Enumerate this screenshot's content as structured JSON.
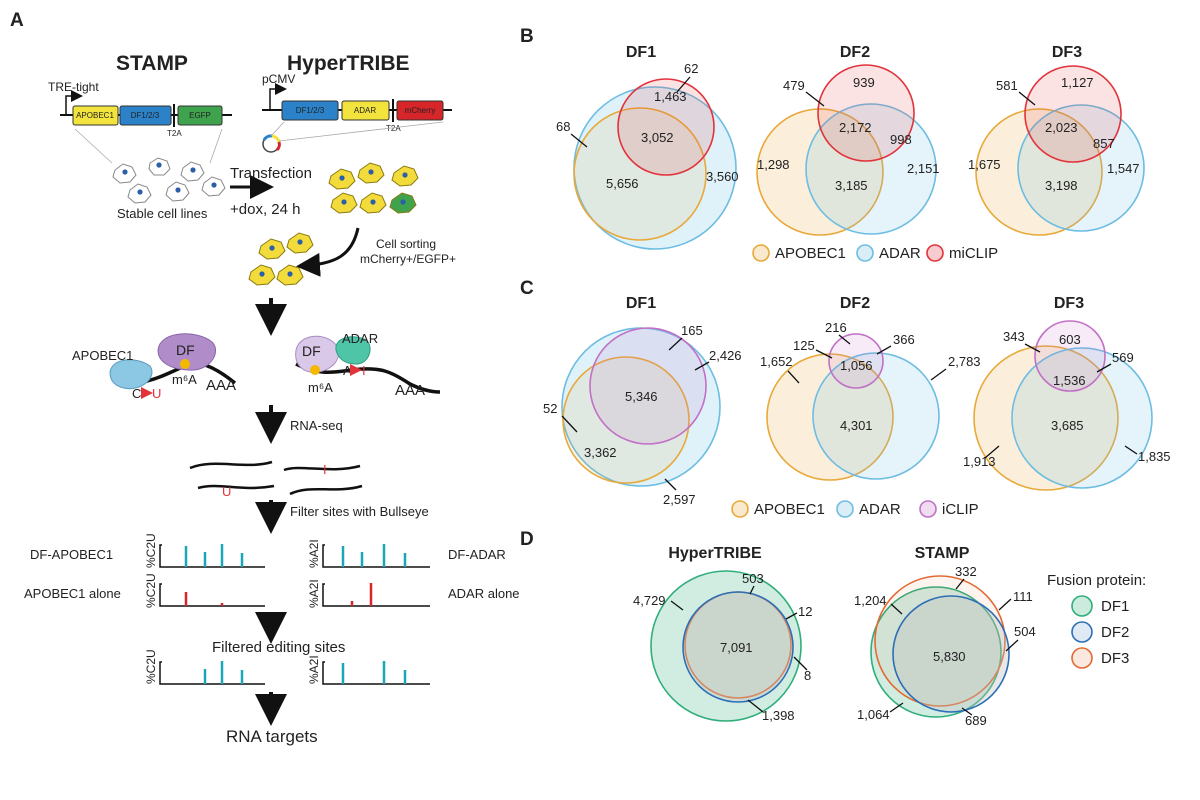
{
  "panel_labels": [
    "A",
    "B",
    "C",
    "D"
  ],
  "panel_a": {
    "stamp_title": "STAMP",
    "hypertribe_title": "HyperTRIBE",
    "tre_label": "TRE-tight",
    "pcmv_label": "pCMV",
    "stamp_boxes": [
      "APOBEC1",
      "DF1/2/3",
      "EGFP"
    ],
    "tribe_boxes": [
      "DF1/2/3",
      "ADAR",
      "mCherry"
    ],
    "t2a": "T2A",
    "stable_lines": "Stable cell lines",
    "transfection": "Transfection",
    "dox": "+dox, 24 h",
    "sorting_1": "Cell sorting",
    "sorting_2": "mCherry+/EGFP+",
    "apobec1": "APOBEC1",
    "df": "DF",
    "adar": "ADAR",
    "m6a": "m⁶A",
    "aaa": "AAA",
    "c_letter": "C",
    "u_letter": "U",
    "a_letter": "A",
    "i_letter": "I",
    "rnaseq": "RNA-seq",
    "filter": "Filter sites with Bullseye",
    "df_apobec1": "DF-APOBEC1",
    "apobec1_alone": "APOBEC1 alone",
    "df_adar": "DF-ADAR",
    "adar_alone": "ADAR alone",
    "c2u": "%C2U",
    "a2i": "%A2I",
    "filtered": "Filtered editing sites",
    "targets": "RNA targets"
  },
  "venn_b": {
    "titles": [
      "DF1",
      "DF2",
      "DF3"
    ],
    "df1": [
      "62",
      "1,463",
      "68",
      "3,052",
      "5,656",
      "3,560"
    ],
    "df2": [
      "479",
      "939",
      "998",
      "2,172",
      "1,298",
      "2,151",
      "3,185"
    ],
    "df3": [
      "581",
      "1,127",
      "857",
      "2,023",
      "1,675",
      "1,547",
      "3,198"
    ],
    "legend": [
      "APOBEC1",
      "ADAR",
      "miCLIP"
    ]
  },
  "venn_c": {
    "titles": [
      "DF1",
      "DF2",
      "DF3"
    ],
    "df1": [
      "165",
      "2,426",
      "52",
      "5,346",
      "3,362",
      "2,597"
    ],
    "df2": [
      "216",
      "125",
      "366",
      "1,652",
      "1,056",
      "2,783",
      "4,301"
    ],
    "df3": [
      "343",
      "603",
      "569",
      "1,536",
      "3,685",
      "1,913",
      "1,835"
    ],
    "legend": [
      "APOBEC1",
      "ADAR",
      "iCLIP"
    ]
  },
  "venn_d": {
    "titles": [
      "HyperTRIBE",
      "STAMP"
    ],
    "hypertribe": [
      "503",
      "4,729",
      "12",
      "7,091",
      "8",
      "1,398"
    ],
    "stamp": [
      "332",
      "1,204",
      "111",
      "504",
      "5,830",
      "1,064",
      "689"
    ],
    "legend_title": "Fusion protein:",
    "legend": [
      "DF1",
      "DF2",
      "DF3"
    ]
  },
  "colors": {
    "apobec1": "#E8A93A",
    "adar": "#6DBDE2",
    "clip_red": "#E2333B",
    "iclip": "#C270C6",
    "df1": "#2FAE7A",
    "df2": "#2C6FB7",
    "df3": "#E26A32",
    "teal_bar": "#1AA6B7",
    "red_bar": "#D7262A"
  }
}
